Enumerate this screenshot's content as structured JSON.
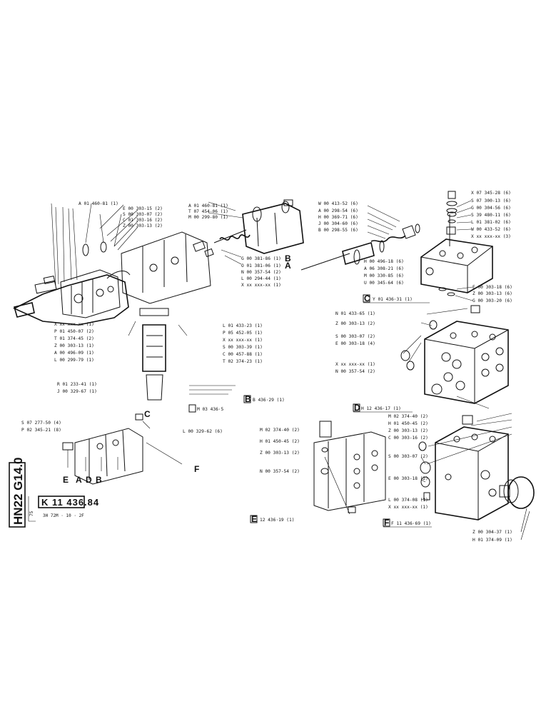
{
  "sheet": {
    "side_code": "HN22 G14.0",
    "ref_number": "K 11 436.84",
    "sub_title": "3H 72M · 10 · 2F",
    "small_mark": "75",
    "subbox_c": "Y 01 436·31 (1)",
    "subbox_d": "H 12 436·17 (1)",
    "subbox_b": "B 436·29 (1)",
    "subbox_e": "12 436·19 (1)",
    "subbox_f": "F 11 436·69 (1)",
    "subbox_m": "M 03 436·5"
  },
  "letters": {
    "b": "B",
    "a": "A",
    "c": "C",
    "d": "D",
    "e": "E",
    "f": "F",
    "a2": "A",
    "d2": "D",
    "b2": "B"
  },
  "labels": {
    "l01": "A 01 460-81 (1)",
    "l02": "E 00 303-15 (2)",
    "l03": "S 00 303-07 (2)",
    "l04": "C 01 303-16 (2)",
    "l05": "Z 00 303-13 (2)",
    "l06": "A 01 460-81 (1)",
    "l07": "T 07 454-06 (1)",
    "l08": "M 00 299-80 (1)",
    "l09": "G 00 381-86 (1)",
    "l10": "O 01 381-06 (1)",
    "l11": "N 00 357-54 (2)",
    "l12": "L 00 294-44 (1)",
    "l13": "X xx xxx-xx (1)",
    "l14": "W 00 413-52 (6)",
    "l15": "A 00 298-54 (6)",
    "l16": "H 00 369-71 (6)",
    "l17": "J 00 304-60 (6)",
    "l18": "B 00 298-55 (6)",
    "l19": "H 00 496-18 (6)",
    "l20": "A 06 308-21 (6)",
    "l21": "M 00 330-85 (6)",
    "l22": "U 00 345-64 (6)",
    "l23": "X 07 345-28 (6)",
    "l24": "S 07 300-13 (6)",
    "l25": "G 00 304-56 (6)",
    "l26": "S 39 480-11 (6)",
    "l27": "L 01 381-02 (6)",
    "l28": "W 00 433-52 (6)",
    "l29": "X xx xxx-xx (3)",
    "l30": "E 00 303-18 (6)",
    "l31": "Z 00 303-13 (6)",
    "l32": "G 00 303-20 (6)",
    "l33": "X xx xxx-xx (1)",
    "l34": "P 01 450-07 (2)",
    "l35": "T 01 374-45 (2)",
    "l36": "Z 00 303-13 (1)",
    "l37": "A 00 496-09 (1)",
    "l38": "L 00 299-79 (1)",
    "l39": "L 01 433-23 (1)",
    "l40": "P 05 452-05 (1)",
    "l41": "X xx xxx-xx (1)",
    "l42": "S 00 303-39 (1)",
    "l43": "C 00 457-88 (1)",
    "l44": "T 02 374-23 (1)",
    "l45": "N 01 433-65 (1)",
    "l46": "Z 00 303-13 (2)",
    "l47": "S 00 303-07 (2)",
    "l48": "E 00 303-18 (4)",
    "l49": "X xx xxx-xx (1)",
    "l50": "N 00 357-54 (2)",
    "l51": "R 01 233-41 (1)",
    "l52": "J 00 329-67 (1)",
    "l53": "S 07 277-50 (4)",
    "l54": "P 02 345-21 (8)",
    "l55": "L 00 329-62 (6)",
    "l56": "M 02 374-40 (2)",
    "l57": "H 01 450-45 (2)",
    "l58": "Z 00 303-13 (2)",
    "l59": "N 00 357-54 (2)",
    "l60": "M 02 374-40 (2)",
    "l61": "H 01 450-45 (2)",
    "l62": "Z 00 303-13 (2)",
    "l63": "C 00 303-16 (2)",
    "l64": "S 00 303-07 (2)",
    "l65": "E 00 303-18 (2)",
    "l66": "L 00 374-08 (1)",
    "l67": "X xx xxx-xx (1)",
    "l68": "Z 00 304-37 (1)",
    "l69": "H 01 374-09 (1)"
  }
}
